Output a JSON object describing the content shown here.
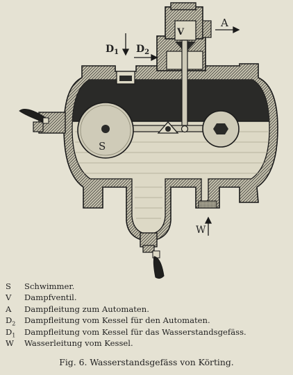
{
  "figure": {
    "labels": {
      "v": "V",
      "a": "A",
      "d1": "D",
      "d1_sub": "1",
      "d2": "D",
      "d2_sub": "2",
      "s": "S",
      "w": "W"
    }
  },
  "legend": [
    {
      "key": "S",
      "sub": "",
      "text": "Schwimmer."
    },
    {
      "key": "V",
      "sub": "",
      "text": "Dampfventil."
    },
    {
      "key": "A",
      "sub": "",
      "text": "Dampfleitung zum Automaten."
    },
    {
      "key": "D",
      "sub": "2",
      "text": "Dampfleitung vom Kessel für den Automaten."
    },
    {
      "key": "D",
      "sub": "1",
      "text": "Dampfleitung vom Kessel für das Wasserstandsgefäss."
    },
    {
      "key": "W",
      "sub": "",
      "text": "Wasserleitung vom Kessel."
    }
  ],
  "caption": "Fig. 6.  Wasserstandsgefäss von Körting.",
  "colors": {
    "paper": "#e5e2d3",
    "ink": "#222222"
  }
}
